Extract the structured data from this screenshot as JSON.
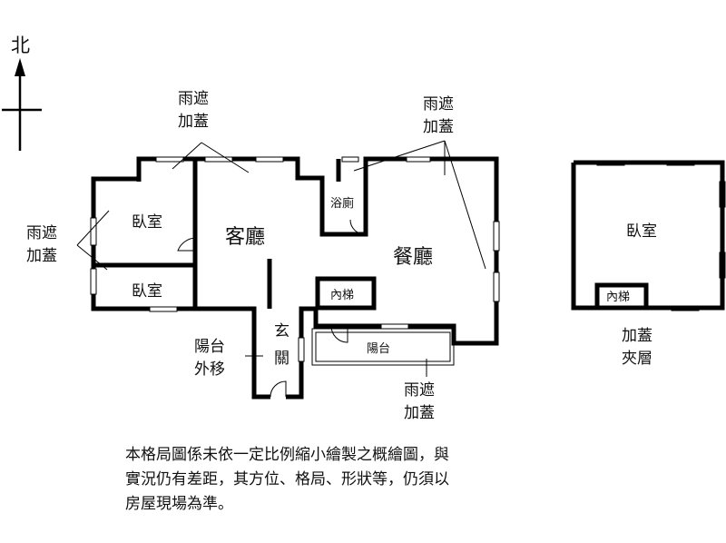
{
  "compass": {
    "north_label": "北"
  },
  "rooms": {
    "bedroom_1": "臥室",
    "bedroom_2": "臥室",
    "bedroom_loft": "臥室",
    "living_room": "客廳",
    "dining_room": "餐廳",
    "bathroom": "浴廁",
    "stair_main": "內梯",
    "stair_loft": "內梯",
    "balcony": "陽台",
    "entrance_line1": "玄",
    "entrance_line2": "關"
  },
  "annotations": {
    "rain_cover_top_left": [
      "雨遮",
      "加蓋"
    ],
    "rain_cover_top_right": [
      "雨遮",
      "加蓋"
    ],
    "rain_cover_left": [
      "雨遮",
      "加蓋"
    ],
    "rain_cover_bottom": [
      "雨遮",
      "加蓋"
    ],
    "balcony_moved_out": [
      "陽台",
      "外移"
    ],
    "added_mezzanine": [
      "加蓋",
      "夾層"
    ]
  },
  "disclaimer": [
    "本格局圖係未依一定比例縮小繪製之概繪圖，與",
    "實況仍有差距，其方位、格局、形狀等，仍須以",
    "房屋現場為準。"
  ]
}
